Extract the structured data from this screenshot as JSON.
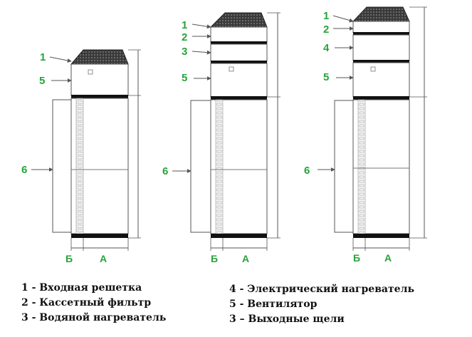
{
  "units": [
    {
      "labels": [
        "1",
        "5",
        "6"
      ],
      "dims": {
        "b": "Б",
        "a": "А"
      }
    },
    {
      "labels": [
        "1",
        "2",
        "3",
        "5",
        "6"
      ],
      "dims": {
        "b": "Б",
        "a": "А"
      }
    },
    {
      "labels": [
        "1",
        "2",
        "4",
        "5",
        "6"
      ],
      "dims": {
        "b": "Б",
        "a": "А"
      }
    }
  ],
  "legend": {
    "left": [
      "1 - Входная решетка",
      "2 - Кассетный фильтр",
      "3 - Водяной нагреватель"
    ],
    "right": [
      "4 - Электрический нагреватель",
      "5 - Вентилятор",
      "3 – Выходные щели"
    ]
  },
  "colors": {
    "label_green": "#27a33a",
    "outline": "#555555",
    "band": "#111111"
  }
}
